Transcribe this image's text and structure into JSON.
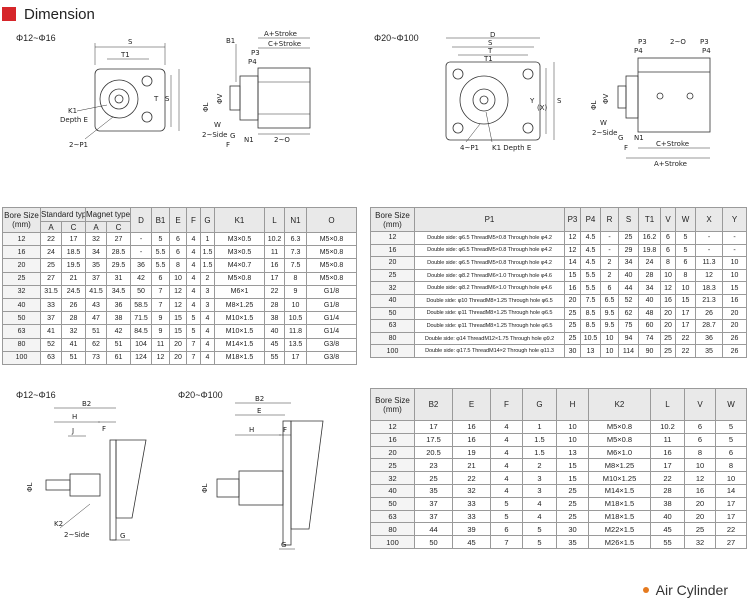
{
  "header": {
    "title": "Dimension",
    "accent": "#d6262a"
  },
  "footer": {
    "brand": "Air Cylinder",
    "dot_color": "#e57a1f"
  },
  "sections": {
    "top_left": "Φ12~Φ16",
    "top_right": "Φ20~Φ100",
    "bottom_left": "Φ12~Φ16",
    "bottom_right": "Φ20~Φ100"
  },
  "drawing_labels": {
    "d1": {
      "s": "S",
      "t1": "T1",
      "k1": "K1",
      "depth_e": "Depth E",
      "p1": "2~P1",
      "t": "T",
      "sv": "S"
    },
    "d2": {
      "b1": "B1",
      "a_stroke": "A+Stroke",
      "c_stroke": "C+Stroke",
      "p3": "P3",
      "p4": "P4",
      "l": "ΦL",
      "v": "ΦV",
      "w": "W",
      "g": "G",
      "n1": "N1",
      "o": "2~O",
      "side": "2~Side",
      "f": "F"
    },
    "d3": {
      "d": "D",
      "s": "S",
      "t": "T",
      "t1": "T1",
      "x": "(X)",
      "y": "Y",
      "sv": "S",
      "p1": "4~P1",
      "k1": "K1 Depth E"
    },
    "d4": {
      "p3": "P3",
      "p4": "P4",
      "o": "2~O",
      "l": "ΦL",
      "v": "ΦV",
      "w": "W",
      "g": "G",
      "n1": "N1",
      "side": "2~Side",
      "f": "F",
      "c_stroke": "C+Stroke",
      "a_stroke": "A+Stroke"
    },
    "d5": {
      "b2": "B2",
      "h": "H",
      "j": "J",
      "f": "F",
      "l": "ΦL",
      "k2": "K2",
      "side": "2~Side",
      "g": "G"
    },
    "d6": {
      "b2": "B2",
      "e": "E",
      "h": "H",
      "f": "F",
      "l": "ΦL",
      "g": "G"
    }
  },
  "table1": {
    "head": [
      "Bore Size\n(mm)",
      "Standard type",
      "Magnet type",
      "D",
      "B1",
      "E",
      "F",
      "G",
      "K1",
      "L",
      "N1",
      "O"
    ],
    "sub": [
      "A",
      "C",
      "A",
      "C"
    ],
    "rows": [
      [
        "12",
        "22",
        "17",
        "32",
        "27",
        "-",
        "5",
        "6",
        "4",
        "1",
        "M3×0.5",
        "10.2",
        "6.3",
        "M5×0.8"
      ],
      [
        "16",
        "24",
        "18.5",
        "34",
        "28.5",
        "-",
        "5.5",
        "6",
        "4",
        "1.5",
        "M3×0.5",
        "11",
        "7.3",
        "M5×0.8"
      ],
      [
        "20",
        "25",
        "19.5",
        "35",
        "29.5",
        "36",
        "5.5",
        "8",
        "4",
        "1.5",
        "M4×0.7",
        "16",
        "7.5",
        "M5×0.8"
      ],
      [
        "25",
        "27",
        "21",
        "37",
        "31",
        "42",
        "6",
        "10",
        "4",
        "2",
        "M5×0.8",
        "17",
        "8",
        "M5×0.8"
      ],
      [
        "32",
        "31.5",
        "24.5",
        "41.5",
        "34.5",
        "50",
        "7",
        "12",
        "4",
        "3",
        "M6×1",
        "22",
        "9",
        "G1/8"
      ],
      [
        "40",
        "33",
        "26",
        "43",
        "36",
        "58.5",
        "7",
        "12",
        "4",
        "3",
        "M8×1.25",
        "28",
        "10",
        "G1/8"
      ],
      [
        "50",
        "37",
        "28",
        "47",
        "38",
        "71.5",
        "9",
        "15",
        "5",
        "4",
        "M10×1.5",
        "38",
        "10.5",
        "G1/4"
      ],
      [
        "63",
        "41",
        "32",
        "51",
        "42",
        "84.5",
        "9",
        "15",
        "5",
        "4",
        "M10×1.5",
        "40",
        "11.8",
        "G1/4"
      ],
      [
        "80",
        "52",
        "41",
        "62",
        "51",
        "104",
        "11",
        "20",
        "7",
        "4",
        "M14×1.5",
        "45",
        "13.5",
        "G3/8"
      ],
      [
        "100",
        "63",
        "51",
        "73",
        "61",
        "124",
        "12",
        "20",
        "7",
        "4",
        "M18×1.5",
        "55",
        "17",
        "G3/8"
      ]
    ]
  },
  "table2": {
    "head": [
      "Bore Size\n(mm)",
      "P1",
      "P3",
      "P4",
      "R",
      "S",
      "T1",
      "V",
      "W",
      "X",
      "Y"
    ],
    "rows": [
      [
        "12",
        "Double side: φ6.5  ThreadM5×0.8  Through hole φ4.2",
        "12",
        "4.5",
        "-",
        "25",
        "16.2",
        "6",
        "5",
        "-",
        "-"
      ],
      [
        "16",
        "Double side: φ6.5  ThreadM5×0.8  Through hole φ4.2",
        "12",
        "4.5",
        "-",
        "29",
        "19.8",
        "6",
        "5",
        "-",
        "-"
      ],
      [
        "20",
        "Double side: φ6.5  ThreadM5×0.8  Through hole φ4.2",
        "14",
        "4.5",
        "2",
        "34",
        "24",
        "8",
        "6",
        "11.3",
        "10"
      ],
      [
        "25",
        "Double side: φ8.2  ThreadM6×1.0  Through hole φ4.6",
        "15",
        "5.5",
        "2",
        "40",
        "28",
        "10",
        "8",
        "12",
        "10"
      ],
      [
        "32",
        "Double side: φ8.2  ThreadM6×1.0  Through hole φ4.6",
        "16",
        "5.5",
        "6",
        "44",
        "34",
        "12",
        "10",
        "18.3",
        "15"
      ],
      [
        "40",
        "Double side: φ10  ThreadM8×1.25  Through hole φ6.5",
        "20",
        "7.5",
        "6.5",
        "52",
        "40",
        "16",
        "15",
        "21.3",
        "16"
      ],
      [
        "50",
        "Double side: φ11  ThreadM8×1.25  Through hole φ6.5",
        "25",
        "8.5",
        "9.5",
        "62",
        "48",
        "20",
        "17",
        "26",
        "20"
      ],
      [
        "63",
        "Double side: φ11  ThreadM8×1.25  Through hole φ6.5",
        "25",
        "8.5",
        "9.5",
        "75",
        "60",
        "20",
        "17",
        "28.7",
        "20"
      ],
      [
        "80",
        "Double side: φ14  ThreadM12×1.75 Through hole φ9.2",
        "25",
        "10.5",
        "10",
        "94",
        "74",
        "25",
        "22",
        "36",
        "26"
      ],
      [
        "100",
        "Double side: φ17.5 ThreadM14×2  Through hole φ11.3",
        "30",
        "13",
        "10",
        "114",
        "90",
        "25",
        "22",
        "35",
        "26"
      ]
    ]
  },
  "table3": {
    "head": [
      "Bore Size\n(mm)",
      "B2",
      "E",
      "F",
      "G",
      "H",
      "K2",
      "L",
      "V",
      "W"
    ],
    "rows": [
      [
        "12",
        "17",
        "16",
        "4",
        "1",
        "10",
        "M5×0.8",
        "10.2",
        "6",
        "5"
      ],
      [
        "16",
        "17.5",
        "16",
        "4",
        "1.5",
        "10",
        "M5×0.8",
        "11",
        "6",
        "5"
      ],
      [
        "20",
        "20.5",
        "19",
        "4",
        "1.5",
        "13",
        "M6×1.0",
        "16",
        "8",
        "6"
      ],
      [
        "25",
        "23",
        "21",
        "4",
        "2",
        "15",
        "M8×1.25",
        "17",
        "10",
        "8"
      ],
      [
        "32",
        "25",
        "22",
        "4",
        "3",
        "15",
        "M10×1.25",
        "22",
        "12",
        "10"
      ],
      [
        "40",
        "35",
        "32",
        "4",
        "3",
        "25",
        "M14×1.5",
        "28",
        "16",
        "14"
      ],
      [
        "50",
        "37",
        "33",
        "5",
        "4",
        "25",
        "M18×1.5",
        "38",
        "20",
        "17"
      ],
      [
        "63",
        "37",
        "33",
        "5",
        "4",
        "25",
        "M18×1.5",
        "40",
        "20",
        "17"
      ],
      [
        "80",
        "44",
        "39",
        "6",
        "5",
        "30",
        "M22×1.5",
        "45",
        "25",
        "22"
      ],
      [
        "100",
        "50",
        "45",
        "7",
        "5",
        "35",
        "M26×1.5",
        "55",
        "32",
        "27"
      ]
    ]
  }
}
